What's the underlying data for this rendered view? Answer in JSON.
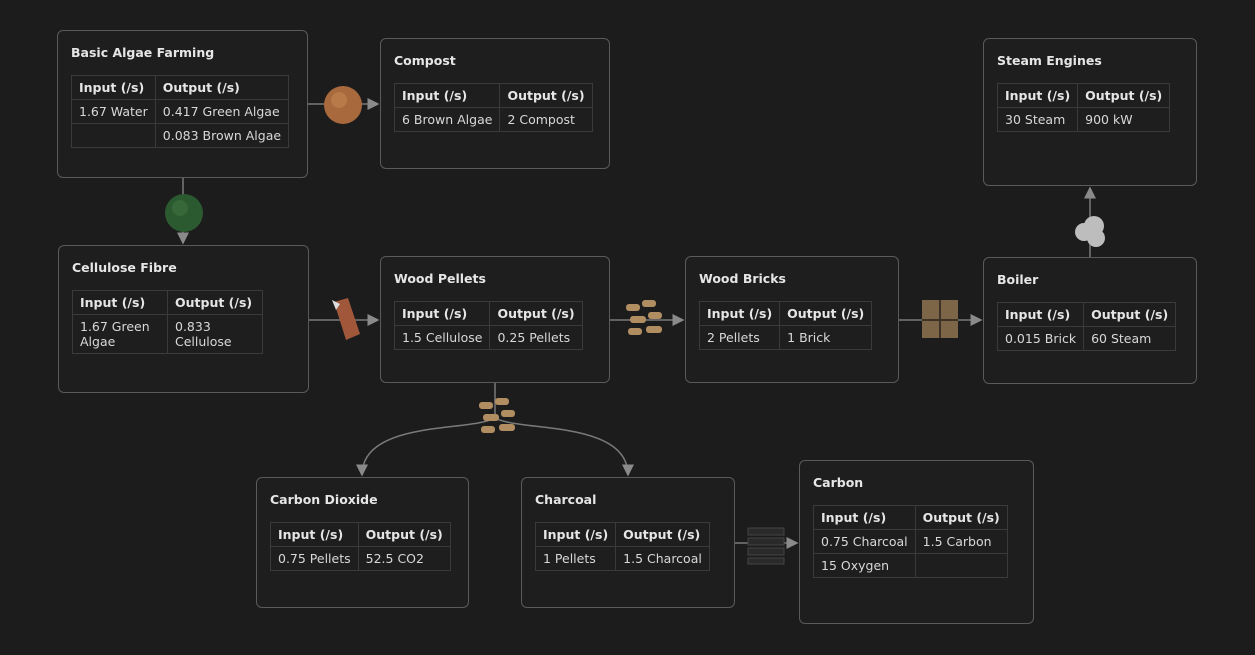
{
  "headers": {
    "input": "Input (/s)",
    "output": "Output (/s)"
  },
  "nodes": [
    {
      "title": "Basic Algae Farming",
      "rows": [
        [
          "1.67 Water",
          "0.417 Green Algae"
        ],
        [
          "",
          "0.083 Brown Algae"
        ]
      ]
    },
    {
      "title": "Compost",
      "rows": [
        [
          "6 Brown Algae",
          "2 Compost"
        ]
      ]
    },
    {
      "title": "Steam Engines",
      "rows": [
        [
          "30 Steam",
          "900 kW"
        ]
      ]
    },
    {
      "title": "Cellulose Fibre",
      "rows": [
        [
          "1.67 Green Algae",
          "0.833 Cellulose"
        ]
      ]
    },
    {
      "title": "Wood Pellets",
      "rows": [
        [
          "1.5 Cellulose",
          "0.25 Pellets"
        ]
      ]
    },
    {
      "title": "Wood Bricks",
      "rows": [
        [
          "2 Pellets",
          "1 Brick"
        ]
      ]
    },
    {
      "title": "Boiler",
      "rows": [
        [
          "0.015 Brick",
          "60 Steam"
        ]
      ]
    },
    {
      "title": "Carbon Dioxide",
      "rows": [
        [
          "0.75 Pellets",
          "52.5 CO2"
        ]
      ]
    },
    {
      "title": "Charcoal",
      "rows": [
        [
          "1 Pellets",
          "1.5 Charcoal"
        ]
      ]
    },
    {
      "title": "Carbon",
      "rows": [
        [
          "0.75 Charcoal",
          "1.5 Carbon"
        ],
        [
          "15 Oxygen",
          ""
        ]
      ]
    }
  ],
  "icons": [
    "brown-algae-icon",
    "green-algae-icon",
    "cellulose-icon",
    "wood-pellets-icon",
    "wood-brick-icon",
    "steam-icon",
    "charcoal-icon"
  ]
}
